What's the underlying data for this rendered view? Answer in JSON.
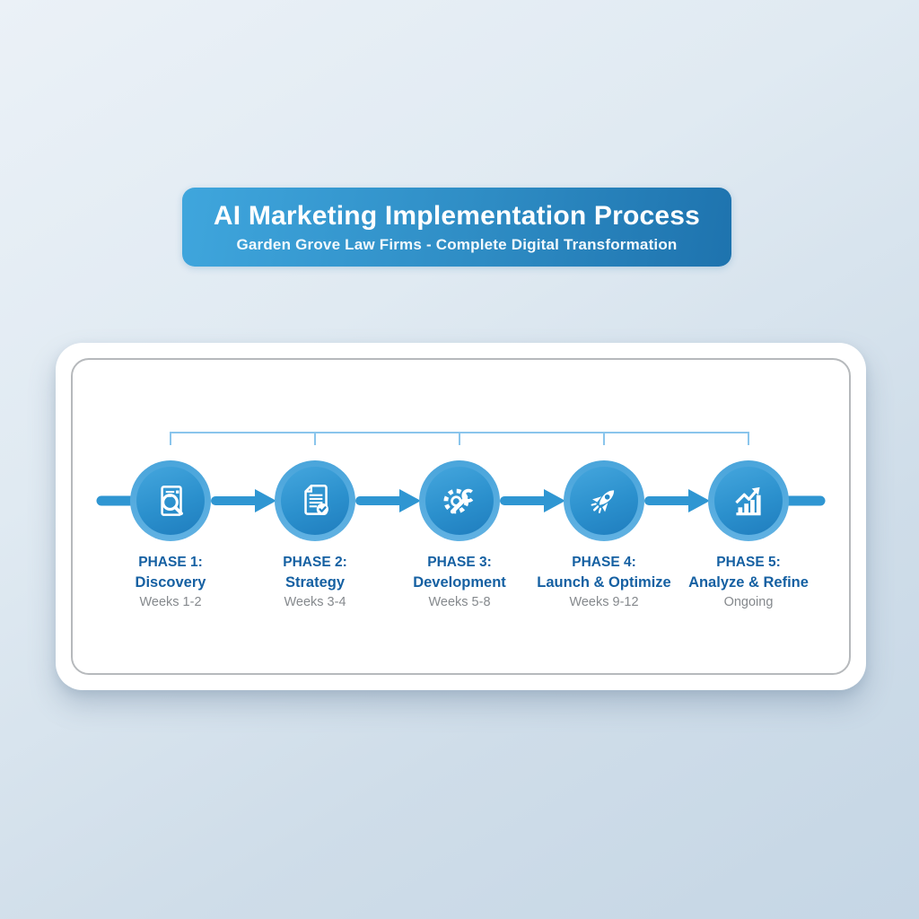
{
  "banner": {
    "title": "AI Marketing Implementation Process",
    "subtitle": "Garden Grove Law Firms - Complete Digital Transformation"
  },
  "phases": [
    {
      "label": "PHASE 1:",
      "name": "Discovery",
      "duration": "Weeks 1-2",
      "icon": "document-search-icon"
    },
    {
      "label": "PHASE 2:",
      "name": "Strategy",
      "duration": "Weeks 3-4",
      "icon": "document-check-icon"
    },
    {
      "label": "PHASE 3:",
      "name": "Development",
      "duration": "Weeks 5-8",
      "icon": "gear-wrench-icon"
    },
    {
      "label": "PHASE 4:",
      "name": "Launch & Optimize",
      "duration": "Weeks 9-12",
      "icon": "rocket-icon"
    },
    {
      "label": "PHASE 5:",
      "name": "Analyze & Refine",
      "duration": "Ongoing",
      "icon": "growth-chart-icon"
    }
  ],
  "colors": {
    "banner_gradient_start": "#3fa6dd",
    "banner_gradient_end": "#1e73ae",
    "banner_text": "#ffffff",
    "circle_ring": "#54a9dc",
    "circle_fill_top": "#41a3db",
    "circle_fill_bottom": "#1f7dbe",
    "arrow": "#2f96d2",
    "bracket_line": "#8ac5ec",
    "phase_text": "#1560a2",
    "duration_text": "#85898d",
    "card_background": "#ffffff",
    "card_inner_border": "#b6b9bc",
    "page_background_top": "#ebf1f7",
    "page_background_bottom": "#c5d6e5"
  }
}
